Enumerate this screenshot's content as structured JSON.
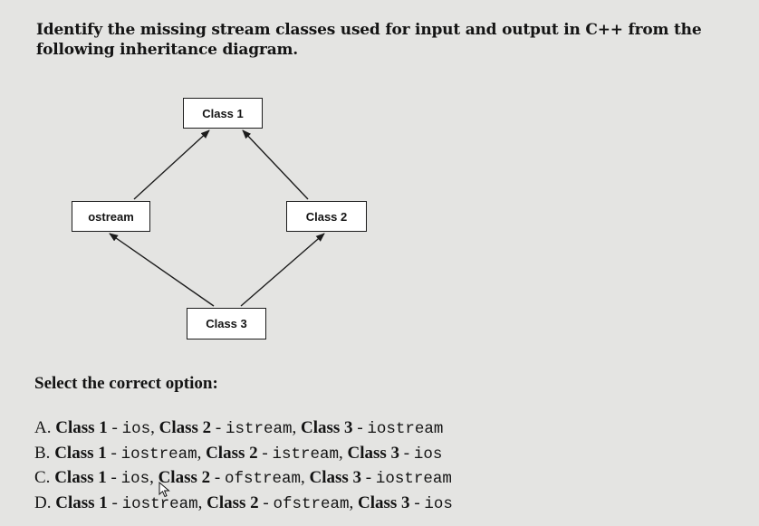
{
  "question": {
    "text": "Identify the missing stream classes used for input and output in C++ from the following inheritance diagram."
  },
  "diagram": {
    "class1": "Class 1",
    "class2": "Class 2",
    "class3": "Class 3",
    "ostream": "ostream"
  },
  "select_label": "Select the correct option:",
  "options": [
    {
      "letter": "A.",
      "c1": "Class 1",
      "v1": "ios",
      "c2": "Class 2",
      "v2": "istream",
      "c3": "Class 3",
      "v3": "iostream"
    },
    {
      "letter": "B.",
      "c1": "Class 1",
      "v1": "iostream",
      "c2": "Class 2",
      "v2": "istream",
      "c3": "Class 3",
      "v3": "ios"
    },
    {
      "letter": "C.",
      "c1": "Class 1",
      "v1": "ios",
      "c2": "Class 2",
      "v2": "ofstream",
      "c3": "Class 3",
      "v3": "iostream"
    },
    {
      "letter": "D.",
      "c1": "Class 1",
      "v1": "iostream",
      "c2": "Class 2",
      "v2": "ofstream",
      "c3": "Class 3",
      "v3": "ios"
    }
  ],
  "icons": {
    "cursor": "mouse-pointer-icon"
  }
}
